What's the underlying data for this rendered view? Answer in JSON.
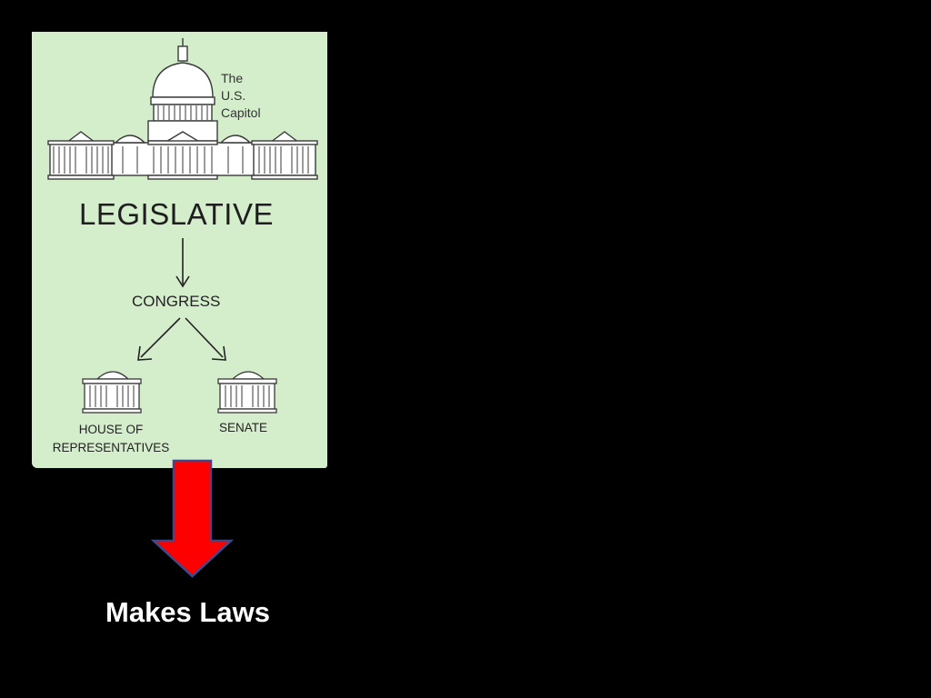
{
  "diagram": {
    "capitol_label": [
      "The",
      "U.S.",
      "Capitol"
    ],
    "title": "LEGISLATIVE",
    "middle": "CONGRESS",
    "left_branch": [
      "HOUSE OF",
      "REPRESENTATIVES"
    ],
    "right_branch": "SENATE"
  },
  "caption": "Makes Laws",
  "colors": {
    "background": "#000000",
    "card": "#d4edcb",
    "arrow_fill": "#ff0000",
    "arrow_stroke": "#3a4a8a",
    "caption": "#ffffff"
  },
  "icons": [
    "capitol-building-icon",
    "house-building-icon",
    "senate-building-icon",
    "down-arrow-icon"
  ]
}
